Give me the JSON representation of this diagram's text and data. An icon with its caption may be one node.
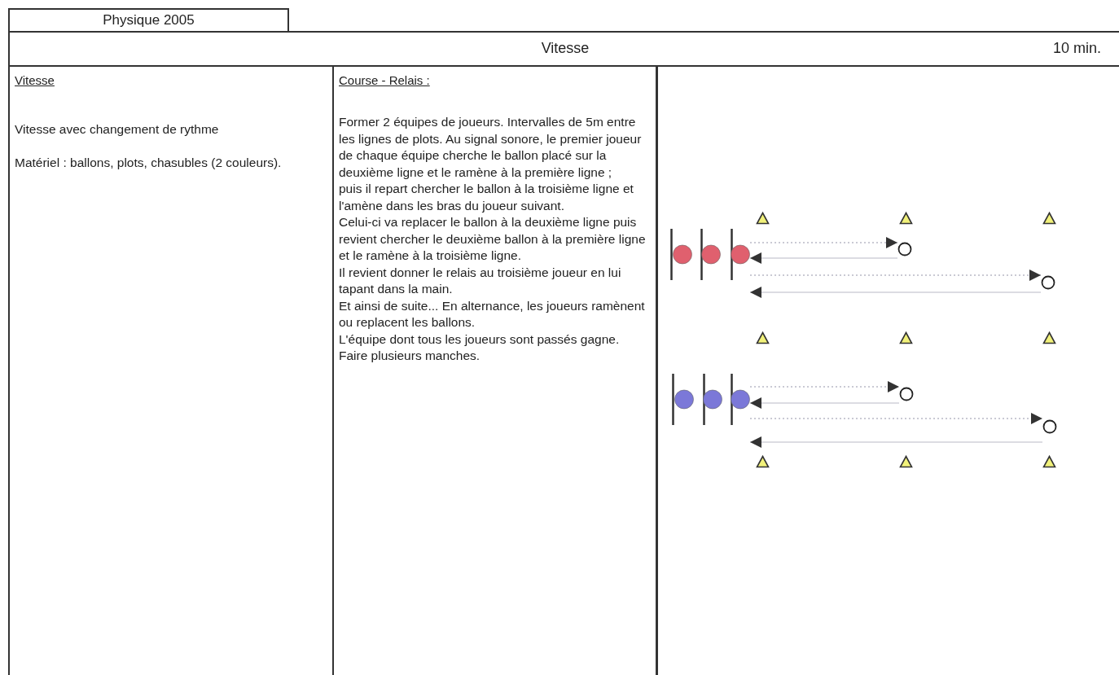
{
  "diagram": {
    "nodes": [
      {
        "text": [],
        "shape": "triangle"
      },
      {
        "text": [],
        "shape": "triangle"
      },
      {
        "text": [],
        "shape": "triangle"
      },
      {
        "text": [],
        "shape": "person"
      },
      {
        "text": [],
        "shape": "person"
      },
      {
        "text": [],
        "shape": "person"
      },
      {
        "text": [],
        "shape": "circle"
      },
      {
        "text": [],
        "shape": "circle"
      },
      {
        "text": [],
        "shape": "triangle"
      },
      {
        "text": [],
        "shape": "triangle"
      },
      {
        "text": [],
        "shape": "triangle"
      },
      {
        "text": [],
        "shape": "person"
      },
      {
        "text": [],
        "shape": "person"
      },
      {
        "text": [],
        "shape": "person"
      },
      {
        "text": [],
        "shape": "circle"
      },
      {
        "text": [],
        "shape": "circle"
      },
      {
        "text": [],
        "shape": "triangle"
      },
      {
        "text": [],
        "shape": "triangle"
      },
      {
        "text": [],
        "shape": "triangle"
      }
    ],
    "edges": [
      {
        "from": 5,
        "to": 6,
        "arrow": "to",
        "style": "dashed"
      },
      {
        "from": 6,
        "to": 5,
        "arrow": "to"
      },
      {
        "from": 5,
        "to": 7,
        "arrow": "to",
        "style": "dashed"
      },
      {
        "from": 7,
        "to": 5,
        "arrow": "to"
      },
      {
        "from": 13,
        "to": 14,
        "arrow": "to",
        "style": "dashed"
      },
      {
        "from": 14,
        "to": 13,
        "arrow": "to"
      },
      {
        "from": 13,
        "to": 15,
        "arrow": "to",
        "style": "dashed"
      },
      {
        "from": 15,
        "to": 13,
        "arrow": "to"
      }
    ],
    "labels": [
      "Physique 2005",
      "Vitesse",
      "10 min.",
      "Vitesse",
      "Vitesse avec changement de rythme",
      "Matériel : ballons, plots, chasubles (2 couleurs).",
      "Course - Relais :",
      "Former 2 équipes de joueurs. Intervalles de 5m entre les lignes de plots. Au signal sonore, le premier joueur de chaque équipe cherche le ballon placé sur la deuxième ligne et le ramène à la première ligne ;",
      "puis il repart chercher le ballon à la troisième ligne et l'amène dans les bras du joueur suivant.",
      "Celui-ci va replacer le ballon à la deuxième ligne puis revient chercher le deuxième ballon à la première ligne et le ramène à la troisième ligne.",
      "Il revient donner le relais au troisième joueur en lui tapant dans la main.",
      "Et ainsi de suite... En alternance, les joueurs ramènent ou replacent les ballons.",
      "L'équipe dont tous les joueurs sont passés gagne. Faire plusieurs manches."
    ]
  }
}
